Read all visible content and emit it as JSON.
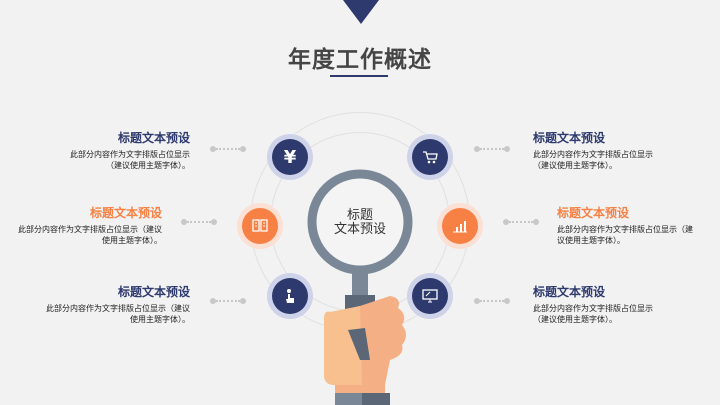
{
  "title": "年度工作概述",
  "center": {
    "line1": "标题",
    "line2": "文本预设"
  },
  "items": [
    {
      "title": "标题文本预设",
      "desc": "此部分内容作为文字排版占位显示（建议使用主题字体）。",
      "icon": "yen-icon",
      "accent": "#2e3a6e"
    },
    {
      "title": "标题文本预设",
      "desc": "此部分内容作为文字排版占位显示（建议使用主题字体）。",
      "icon": "book-icon",
      "accent": "#f78144"
    },
    {
      "title": "标题文本预设",
      "desc": "此部分内容作为文字排版占位显示（建议使用主题字体）。",
      "icon": "touch-icon",
      "accent": "#2e3a6e"
    },
    {
      "title": "标题文本预设",
      "desc": "此部分内容作为文字排版占位显示（建议使用主题字体）。",
      "icon": "cart-icon",
      "accent": "#2e3a6e"
    },
    {
      "title": "标题文本预设",
      "desc": "此部分内容作为文字排版占位显示（建议使用主题字体）。",
      "icon": "chart-icon",
      "accent": "#f78144"
    },
    {
      "title": "标题文本预设",
      "desc": "此部分内容作为文字排版占位显示（建议使用主题字体）。",
      "icon": "monitor-icon",
      "accent": "#2e3a6e"
    }
  ]
}
